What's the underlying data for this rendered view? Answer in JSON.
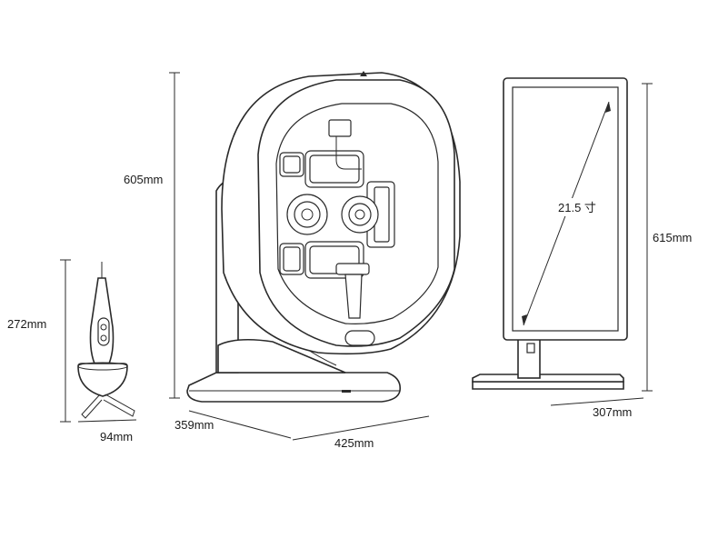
{
  "dimensions": {
    "device_height": "605mm",
    "device_depth": "359mm",
    "device_width": "425mm",
    "probe_height": "272mm",
    "probe_width": "94mm",
    "monitor_height": "615mm",
    "monitor_width": "307mm",
    "screen_diagonal": "21.5 寸"
  },
  "colors": {
    "line": "#2a2a2a",
    "background": "#ffffff"
  }
}
